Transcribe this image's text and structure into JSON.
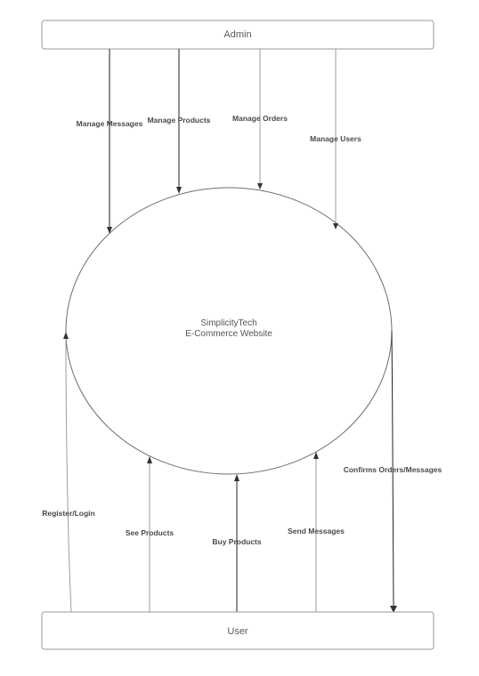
{
  "entities": {
    "admin": "Admin",
    "user": "User"
  },
  "process": {
    "line1": "SimplicityTech",
    "line2": "E-Commerce Website"
  },
  "flows": {
    "manage_messages": "Manage Messages",
    "manage_products": "Manage Products",
    "manage_orders": "Manage Orders",
    "manage_users": "Manage Users",
    "register_login": "Register/Login",
    "see_products": "See Products",
    "buy_products": "Buy Products",
    "send_messages": "Send Messages",
    "confirms": "Confirms Orders/Messages"
  }
}
